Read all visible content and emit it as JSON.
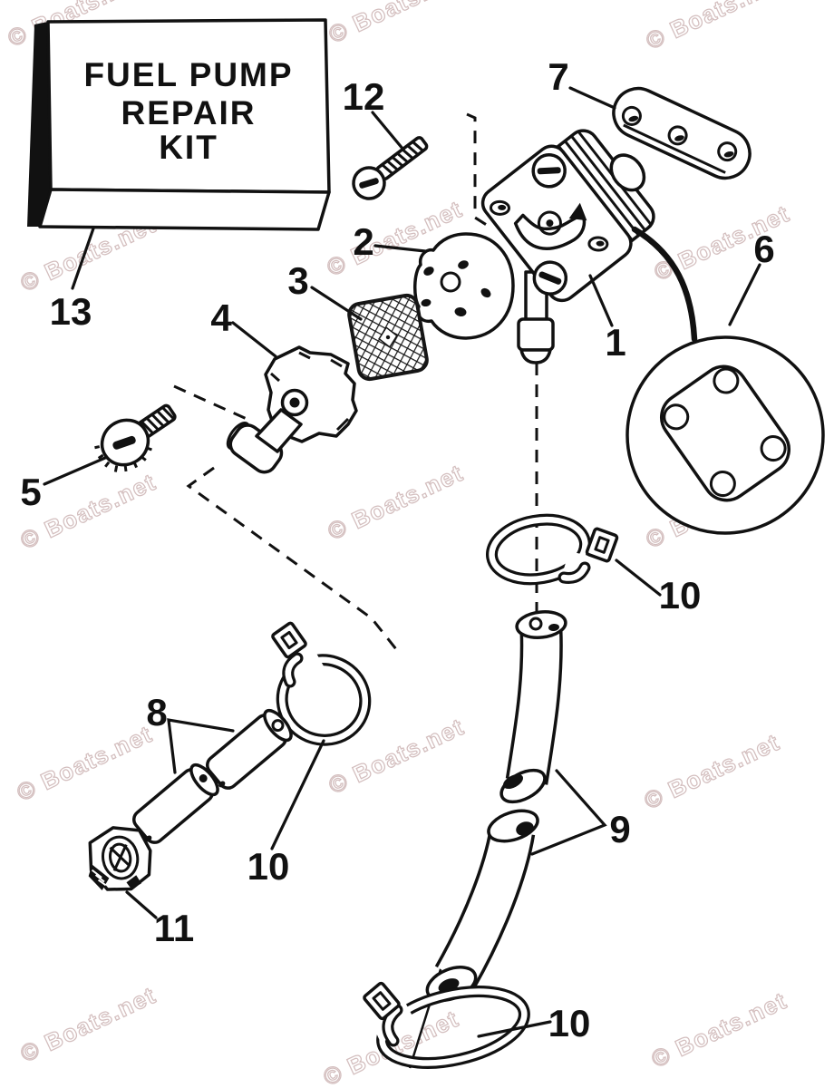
{
  "watermark": {
    "text": "© Boats.net",
    "color": "#c9aeae"
  },
  "kit_box": {
    "lines": [
      "FUEL PUMP",
      "REPAIR",
      "KIT"
    ]
  },
  "callouts": [
    {
      "part": "13"
    },
    {
      "part": "12"
    },
    {
      "part": "7"
    },
    {
      "part": "2"
    },
    {
      "part": "3"
    },
    {
      "part": "4"
    },
    {
      "part": "1"
    },
    {
      "part": "6"
    },
    {
      "part": "5"
    },
    {
      "part": "10"
    },
    {
      "part": "8"
    },
    {
      "part": "10"
    },
    {
      "part": "11"
    },
    {
      "part": "9"
    },
    {
      "part": "10"
    }
  ],
  "colors": {
    "ink": "#111111",
    "background": "#ffffff",
    "watermark": "#c9aeae"
  }
}
